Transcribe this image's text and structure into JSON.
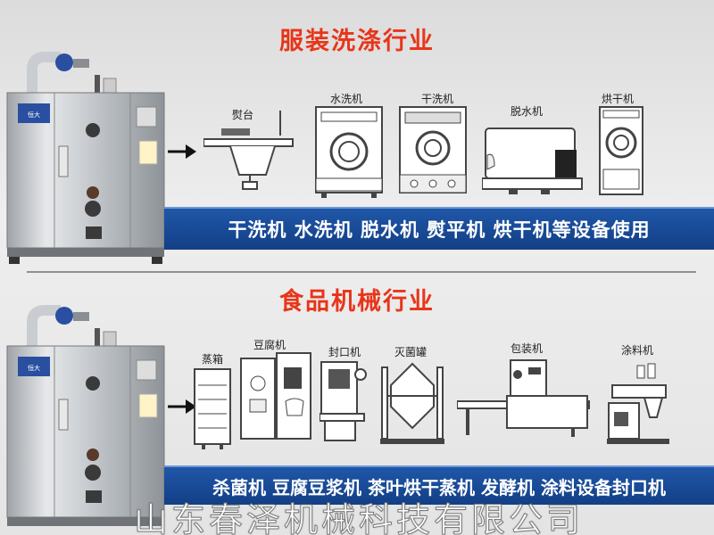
{
  "section1": {
    "title": "服装洗涤行业",
    "band_text": "干洗机 水洗机 脱水机 熨平机 烘干机等设备使用",
    "machines": [
      {
        "label": "熨台"
      },
      {
        "label": "水洗机"
      },
      {
        "label": "干洗机"
      },
      {
        "label": "脱水机"
      },
      {
        "label": "烘干机"
      }
    ]
  },
  "section2": {
    "title": "食品机械行业",
    "band_text": "杀菌机 豆腐豆浆机 茶叶烘干蒸机 发酵机 涂料设备封口机",
    "machines": [
      {
        "label": "蒸箱"
      },
      {
        "label": "豆腐机"
      },
      {
        "label": "封口机"
      },
      {
        "label": "灭菌罐"
      },
      {
        "label": "包装机"
      },
      {
        "label": "涂料机"
      }
    ]
  },
  "company_name": "山东春泽机械科技有限公司",
  "colors": {
    "title_red": "#e8351a",
    "band_blue": "#1a4d9c",
    "steel": "#c8cbcf"
  }
}
